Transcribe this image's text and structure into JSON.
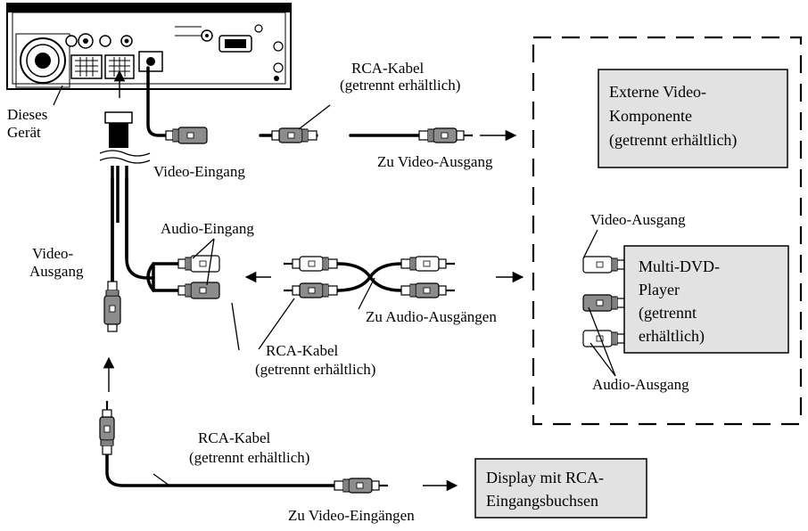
{
  "head_unit": {
    "label_line1": "Dieses",
    "label_line2": "Gerät"
  },
  "labels": {
    "rca_top_line1": "RCA-Kabel",
    "rca_top_line2": "(getrennt erhältlich)",
    "video_eingang": "Video-Eingang",
    "zu_video_ausgang": "Zu Video-Ausgang",
    "audio_eingang": "Audio-Eingang",
    "video_ausgang_left_line1": "Video-",
    "video_ausgang_left_line2": "Ausgang",
    "zu_audio_ausgaengen": "Zu Audio-Ausgängen",
    "rca_mid_line1": "RCA-Kabel",
    "rca_mid_line2": "(getrennt erhältlich)",
    "rca_bottom_line1": "RCA-Kabel",
    "rca_bottom_line2": "(getrennt erhältlich)",
    "zu_video_eingaengen": "Zu Video-Eingängen",
    "dvd_video_ausgang": "Video-Ausgang",
    "dvd_audio_ausgang": "Audio-Ausgang"
  },
  "boxes": {
    "external_video": {
      "line1": "Externe Video-",
      "line2": "Komponente",
      "line3": "(getrennt erhältlich)"
    },
    "dvd_player": {
      "line1": "Multi-DVD-",
      "line2": "Player",
      "line3": "(getrennt",
      "line4": "erhältlich)"
    },
    "display": {
      "line1": "Display mit RCA-",
      "line2": "Eingangsbuchsen"
    }
  },
  "colors": {
    "box_fill": "#e2e2e2",
    "plug_dark": "#8c8c8c",
    "plug_light": "#ffffff",
    "line": "#000000"
  }
}
